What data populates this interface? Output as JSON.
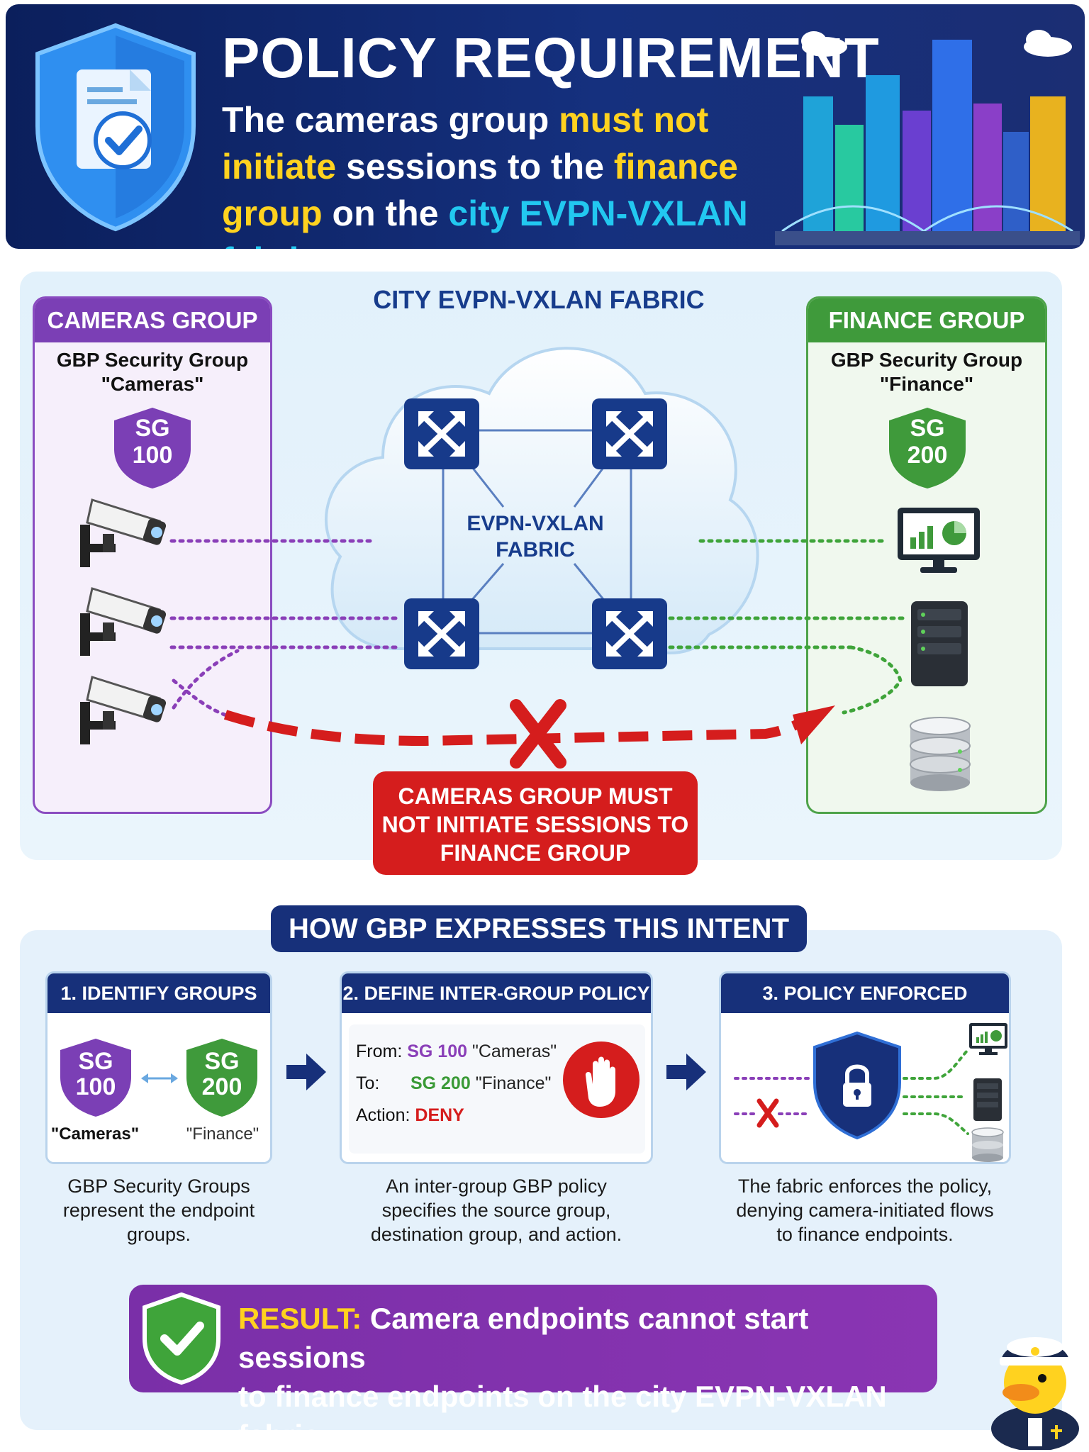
{
  "header": {
    "title": "POLICY REQUIREMENT",
    "line_a": "The cameras group ",
    "line_b": "must not initiate",
    "line_c": " sessions to the ",
    "line_d": "finance group",
    "line_e": " on the ",
    "line_f": "city EVPN-VXLAN fabric."
  },
  "fabric": {
    "title": "CITY EVPN-VXLAN FABRIC",
    "center_line1": "EVPN-VXLAN",
    "center_line2": "FABRIC"
  },
  "cameras_group": {
    "title": "CAMERAS GROUP",
    "sub_line1": "GBP Security Group",
    "sub_line2": "\"Cameras\"",
    "sg_line1": "SG",
    "sg_line2": "100"
  },
  "finance_group": {
    "title": "FINANCE GROUP",
    "sub_line1": "GBP Security Group",
    "sub_line2": "\"Finance\"",
    "sg_line1": "SG",
    "sg_line2": "200"
  },
  "deny_box": {
    "line1": "CAMERAS GROUP MUST",
    "line2": "NOT INITIATE SESSIONS TO",
    "line3": "FINANCE GROUP"
  },
  "gbp": {
    "title": "HOW GBP EXPRESSES THIS INTENT",
    "step1": {
      "title": "1. IDENTIFY GROUPS",
      "left_sg1": "SG",
      "left_sg2": "100",
      "left_name": "\"Cameras\"",
      "right_sg1": "SG",
      "right_sg2": "200",
      "right_name": "\"Finance\"",
      "desc1": "GBP Security Groups",
      "desc2": "represent the endpoint",
      "desc3": "groups."
    },
    "step2": {
      "title": "2. DEFINE INTER-GROUP POLICY",
      "from_label": "From:",
      "from_sg": "SG 100",
      "from_name": "\"Cameras\"",
      "to_label": "To:",
      "to_sg": "SG 200",
      "to_name": "\"Finance\"",
      "action_label": "Action:",
      "action_value": "DENY",
      "desc1": "An inter-group GBP policy",
      "desc2": "specifies the source group,",
      "desc3": "destination group, and action."
    },
    "step3": {
      "title": "3. POLICY ENFORCED",
      "desc1": "The fabric enforces the policy,",
      "desc2": "denying camera-initiated flows",
      "desc3": "to finance endpoints."
    }
  },
  "result": {
    "label": "RESULT:",
    "text1": " Camera endpoints cannot start sessions",
    "text2": "to finance endpoints on the city EVPN-VXLAN fabric."
  },
  "colors": {
    "navy": "#17307a",
    "purple": "#7b3fb5",
    "green": "#3f9a3b",
    "red": "#d51d1d",
    "yellow": "#ffd21f",
    "cyan": "#22c8f0"
  },
  "icons": {
    "header": "shield-document-check-icon",
    "switch": "network-switch-icon",
    "camera": "security-camera-icon",
    "monitor": "monitor-chart-icon",
    "server": "server-icon",
    "database": "database-icon",
    "stop": "stop-hand-icon",
    "lock": "shield-lock-icon",
    "check": "shield-check-icon",
    "mascot": "captain-duck-icon"
  }
}
